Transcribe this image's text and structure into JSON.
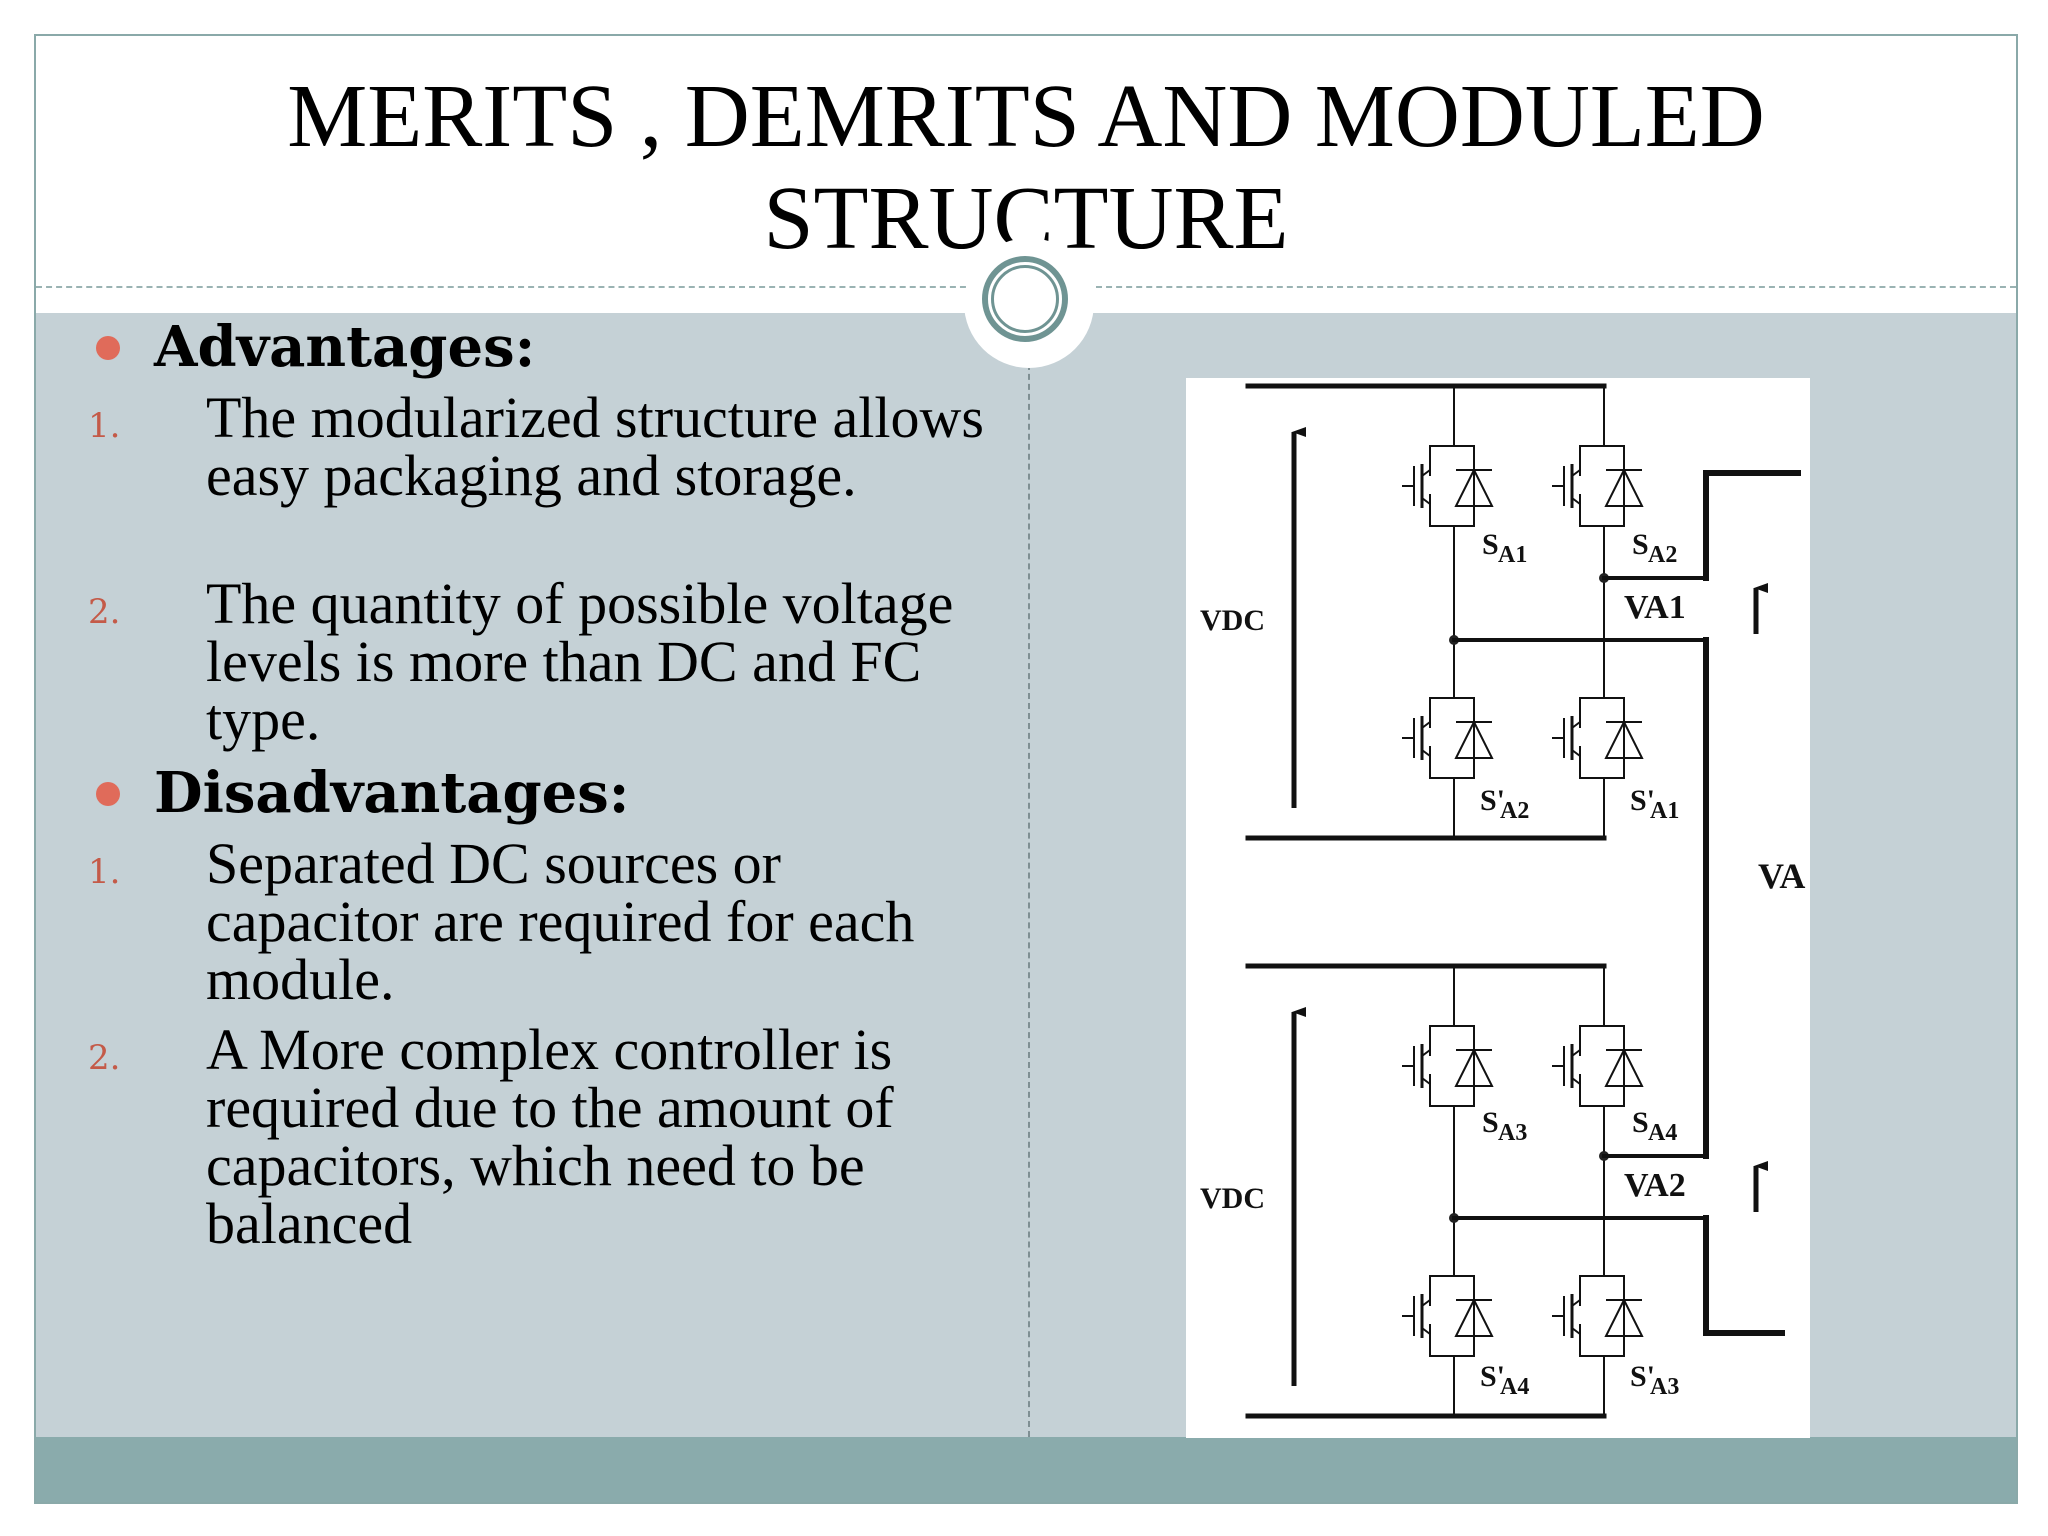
{
  "slide": {
    "title": "MERITS , DEMRITS AND MODULED STRUCTURE",
    "advantages": {
      "heading": "Advantages:",
      "items": [
        {
          "number": "1.",
          "text": "The modularized structure allows easy packaging and storage."
        },
        {
          "number": "2.",
          "text": "The quantity of possible voltage levels is more than DC and FC type."
        }
      ]
    },
    "disadvantages": {
      "heading": "Disadvantages:",
      "items": [
        {
          "number": "1.",
          "text": "Separated DC sources or capacitor are required for each module."
        },
        {
          "number": "2.",
          "text": "A More complex controller is required due to the amount of capacitors, which need to be balanced"
        }
      ]
    },
    "colors": {
      "background": "#c5d1d6",
      "footer": "#8aabac",
      "bullet": "#e06b5a",
      "number": "#c45a48",
      "ring": "#6f9493"
    }
  },
  "diagram": {
    "vdc_label": "VDC",
    "output_label": "VA",
    "module1": {
      "output_label": "VA1",
      "switches": [
        {
          "label": "S",
          "sub": "A1"
        },
        {
          "label": "S",
          "sub": "A2"
        },
        {
          "label": "S'",
          "sub": "A2"
        },
        {
          "label": "S'",
          "sub": "A1"
        }
      ]
    },
    "module2": {
      "output_label": "VA2",
      "switches": [
        {
          "label": "S",
          "sub": "A3"
        },
        {
          "label": "S",
          "sub": "A4"
        },
        {
          "label": "S'",
          "sub": "A4"
        },
        {
          "label": "S'",
          "sub": "A3"
        }
      ]
    }
  }
}
